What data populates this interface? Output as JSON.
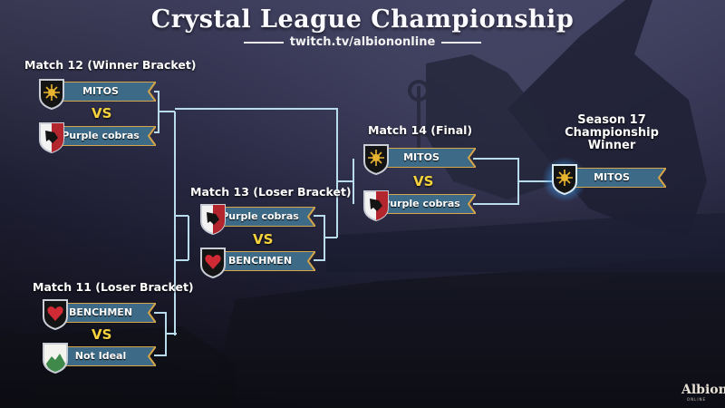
{
  "header": {
    "title": "Crystal League Championship",
    "subtitle": "twitch.tv/albiononline"
  },
  "matches": [
    {
      "label": "Match 12 (Winner Bracket)",
      "team1": "MITOS",
      "team2": "Purple cobras",
      "vs": "VS"
    },
    {
      "label": "Match 13 (Loser Bracket)",
      "team1": "Purple cobras",
      "team2": "BENCHMEN",
      "vs": "VS"
    },
    {
      "label": "Match 11 (Loser Bracket)",
      "team1": "BENCHMEN",
      "team2": "Not Ideal",
      "vs": "VS"
    },
    {
      "label": "Match 14 (Final)",
      "team1": "MITOS",
      "team2": "Purple cobras",
      "vs": "VS"
    }
  ],
  "champion": {
    "title_lines": [
      "Season 17",
      "Championship",
      "Winner"
    ],
    "team": "MITOS"
  },
  "logo": {
    "text": "Albion",
    "sub": "ONLINE"
  },
  "colors": {
    "banner_blue": "#3d6a86",
    "banner_border": "#d4a54a",
    "line": "#b9dcec",
    "vs": "#f6d33d"
  },
  "icons": {
    "mitos": "sun-crest-icon",
    "purple_cobras": "eagle-crest-icon",
    "benchmen": "heart-crest-icon",
    "not_ideal": "mountain-crest-icon"
  }
}
